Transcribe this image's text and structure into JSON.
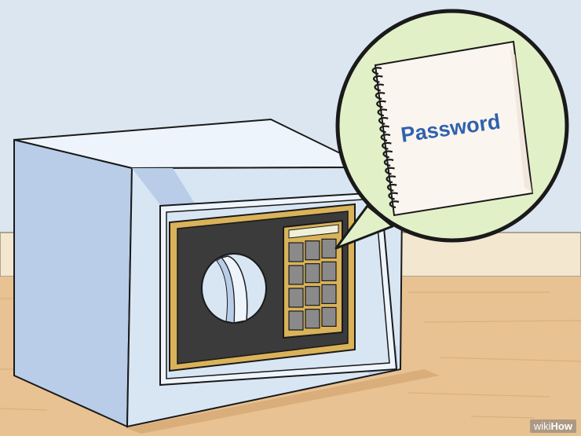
{
  "notepad": {
    "label": "Password"
  },
  "watermark": {
    "part1": "wiki",
    "part2": "How"
  },
  "colors": {
    "wall": "#dbe6f0",
    "floor": "#e8c292",
    "baseboard": "#f3e7cf",
    "safe_front": "#d8e6f4",
    "safe_side": "#b9cde8",
    "door_panel": "#3b3b3b",
    "gold_trim": "#d9b25a",
    "dial": "#d8e6f4",
    "keypad_key": "#8a8a8a",
    "bubble_bg": "#e2f0c8",
    "notepad_paper": "#fbf5ef",
    "text_blue": "#2f62ad"
  }
}
